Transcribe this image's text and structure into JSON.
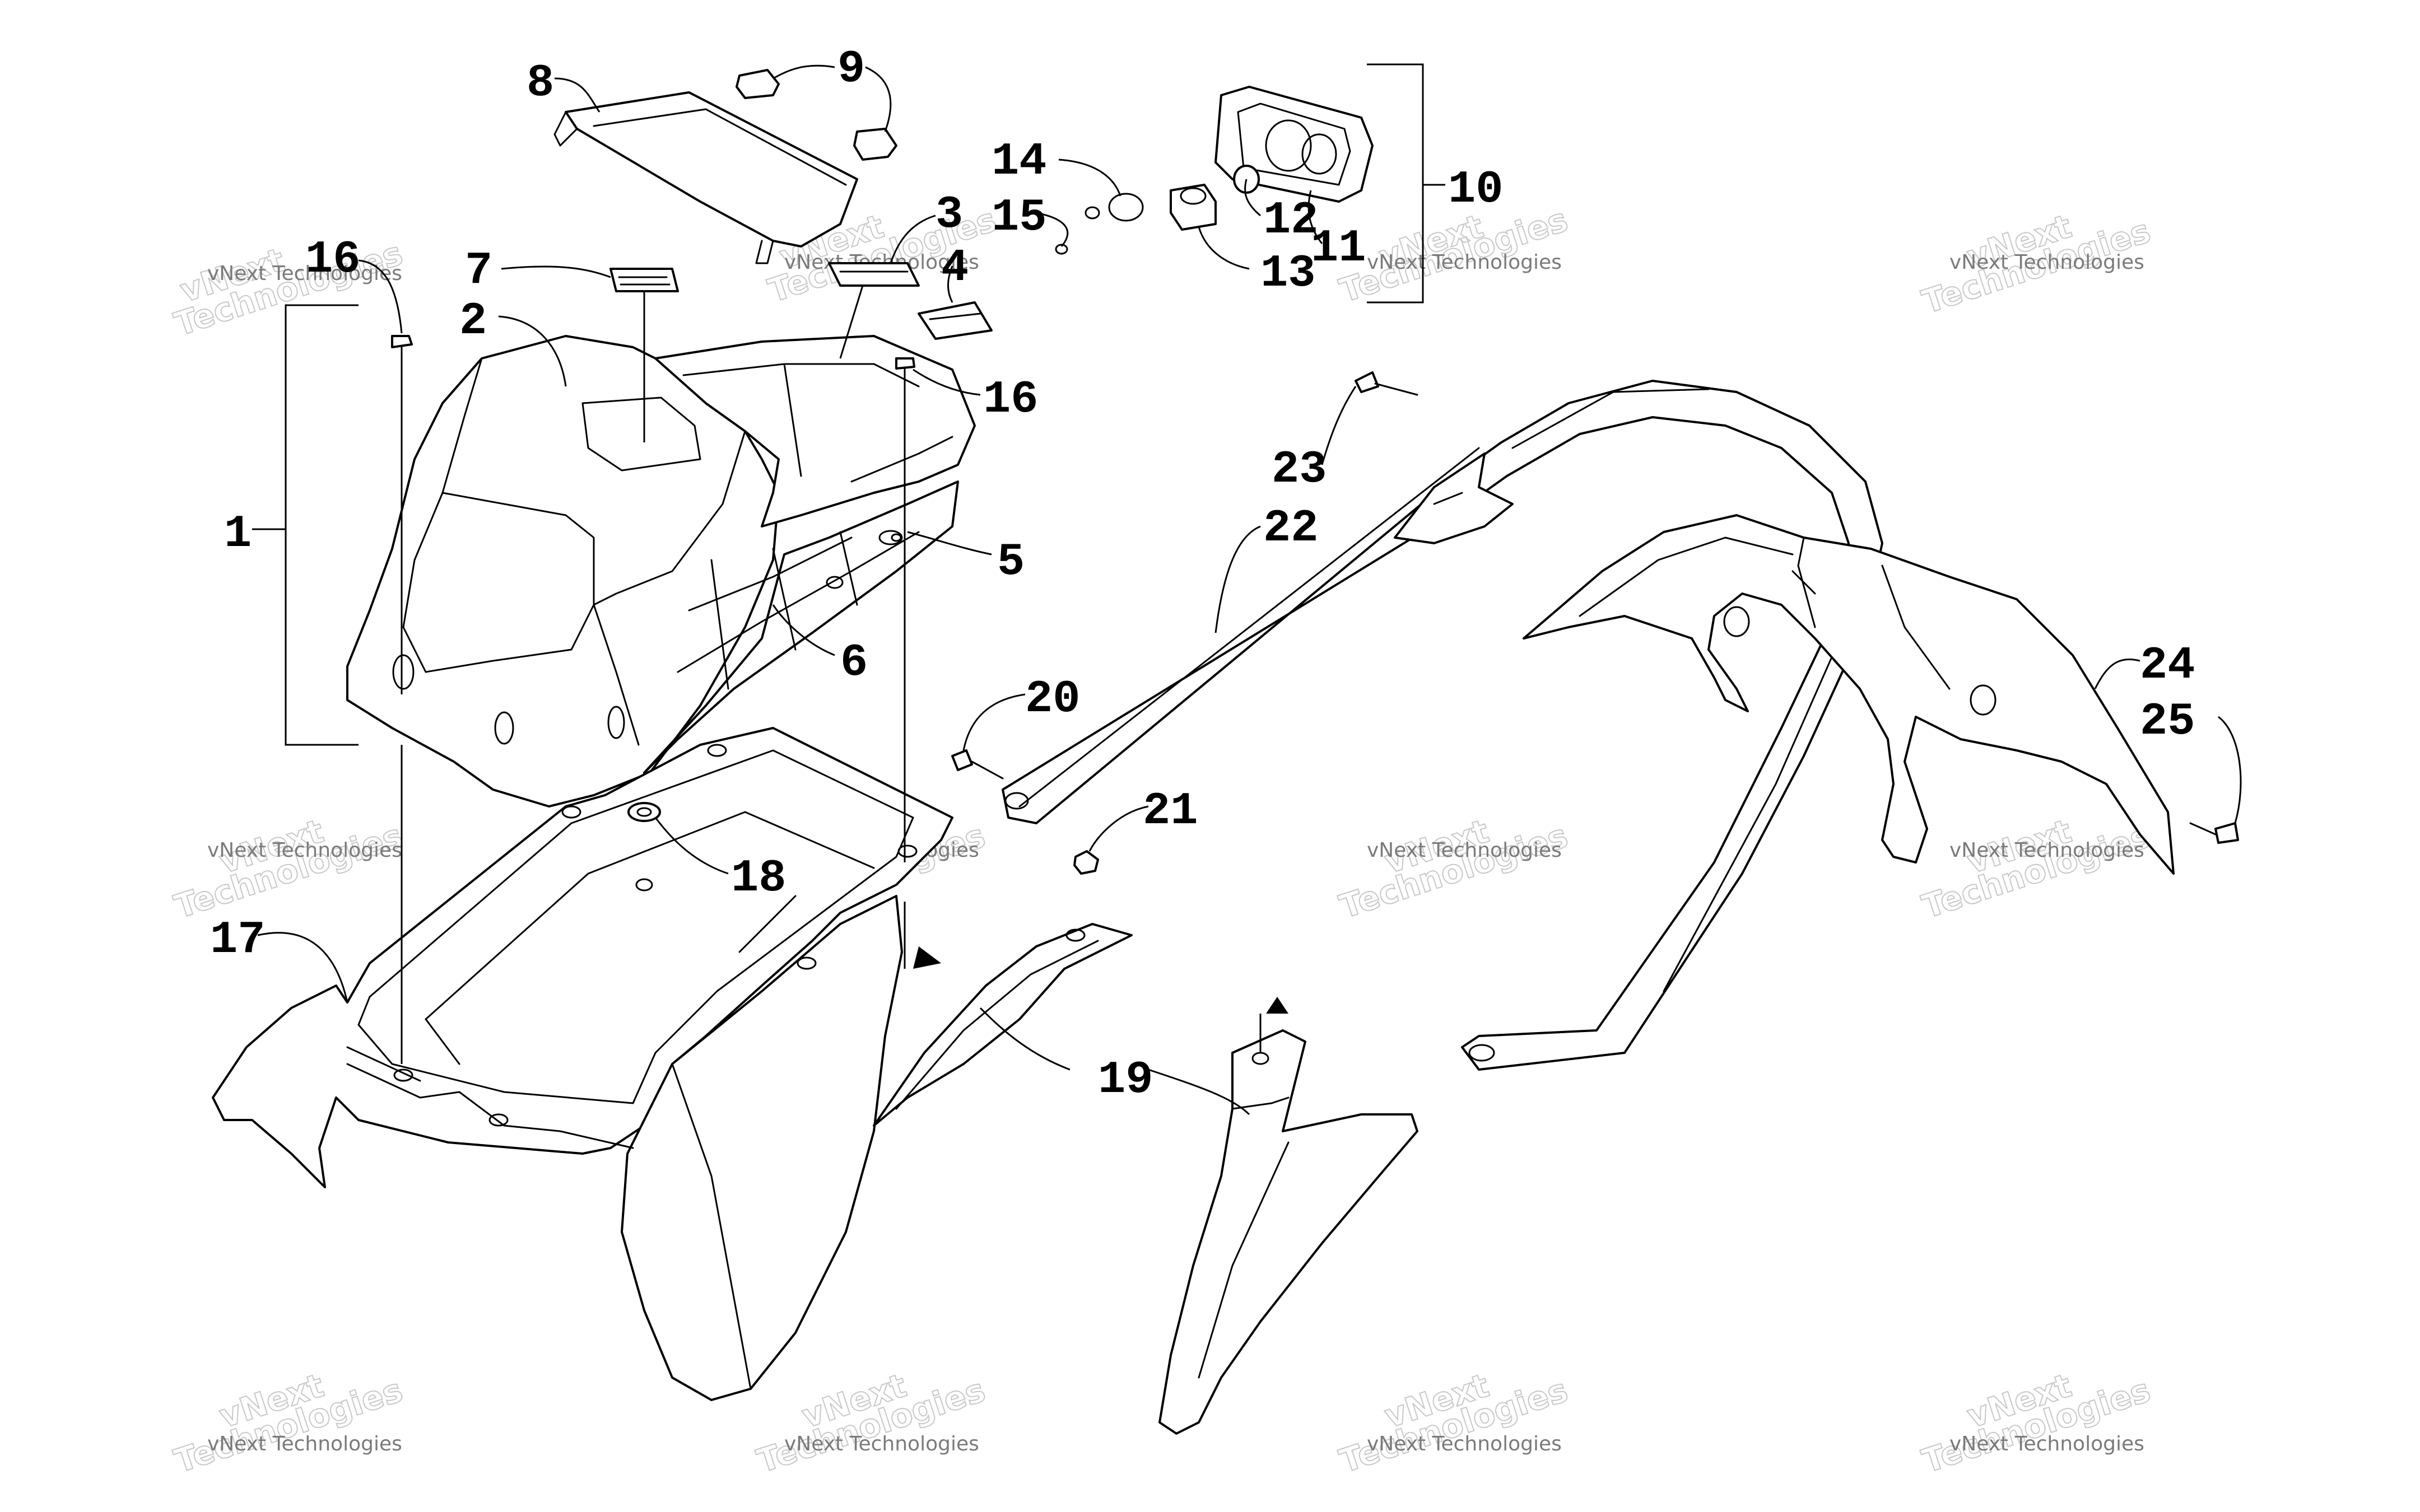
{
  "callouts": {
    "c1": "1",
    "c2": "2",
    "c3": "3",
    "c4": "4",
    "c5": "5",
    "c6": "6",
    "c7": "7",
    "c8": "8",
    "c9": "9",
    "c10": "10",
    "c11": "11",
    "c12": "12",
    "c13": "13",
    "c14": "14",
    "c15": "15",
    "c16a": "16",
    "c16b": "16",
    "c17": "17",
    "c18": "18",
    "c19": "19",
    "c20": "20",
    "c21": "21",
    "c22": "22",
    "c23": "23",
    "c24": "24",
    "c25": "25"
  },
  "watermark": {
    "line1": "vNext Technologies",
    "line2": "vNext",
    "line3": "Technologies"
  },
  "colors": {
    "ink": "#000000",
    "watermark": "#c8c8c8"
  }
}
